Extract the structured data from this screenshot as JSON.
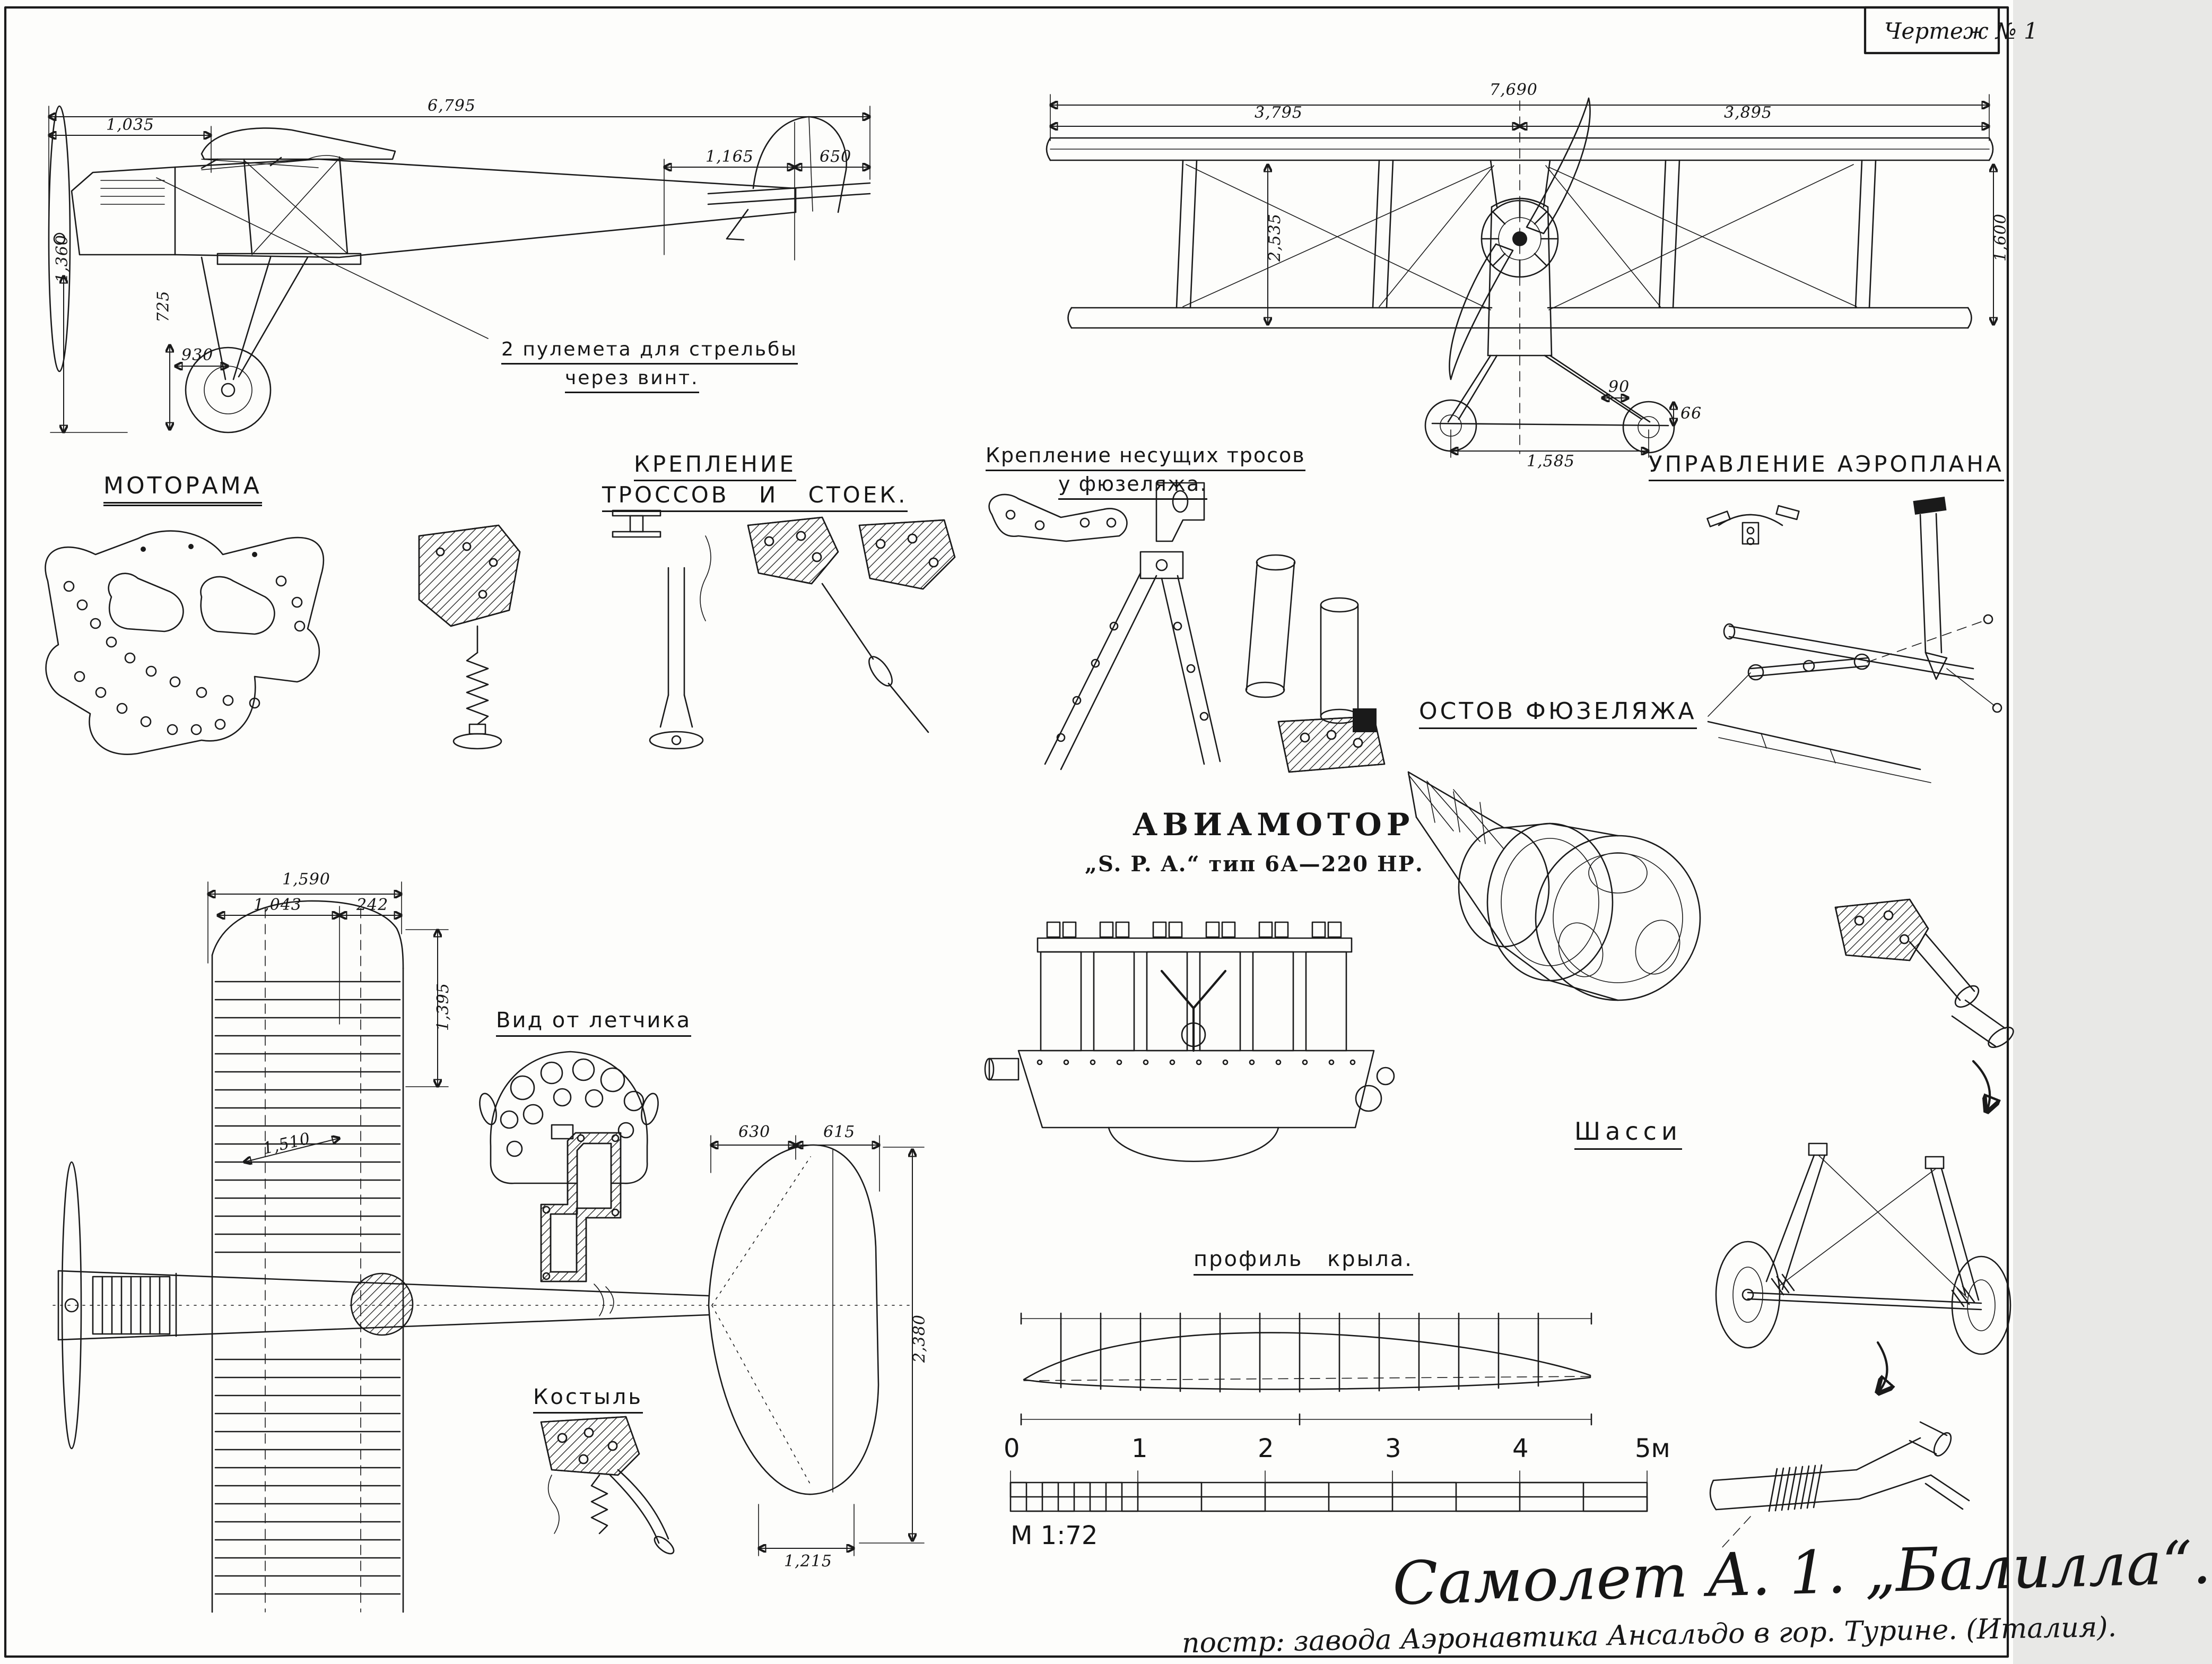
{
  "sheet": {
    "number": "Чертеж № 1",
    "scale": "М 1:72",
    "title": "Самолет  А. 1. „Балилла“.",
    "subtitle": "постр: завода Аэронавтика Ансальдо  в гор. Турине. (Италия)."
  },
  "labels": {
    "motorama": "МОТОРАМА",
    "bracing_1": "КРЕПЛЕНИЕ",
    "bracing_2": "ТРОССОВ  И  СТОЕК.",
    "fuselage_cables_1": "Крепление несущих тросов",
    "fuselage_cables_2": "у фюзеляжа.",
    "controls": "УПРАВЛЕНИЕ  АЭРОПЛАНА",
    "fuselage_frame": "ОСТОВ  ФЮЗЕЛЯЖА",
    "engine_1": "АВИАМОТОР",
    "engine_2": "„S. P. A.“  тип 6А—220 НР.",
    "pilot_view": "Вид  от  летчика",
    "tail_skid": "Костыль",
    "wing_profile": "профиль  крыла.",
    "landing_gear": "Шасси",
    "guns_note_1": "2 пулемета  для  стрельбы",
    "guns_note_2": "через  винт."
  },
  "scalebar": {
    "labels": [
      "0",
      "1",
      "2",
      "3",
      "4",
      "5м"
    ]
  },
  "dims": {
    "side": {
      "overall": "6,795",
      "nose": "1,035",
      "tail_a": "1,165",
      "tail_b": "650",
      "height": "1,360",
      "gear": "930",
      "wheel": "725"
    },
    "front": {
      "span": "7,690",
      "left_half": "3,795",
      "right_half": "3,895",
      "height": "2,535",
      "strut": "1,600",
      "track": "1,585",
      "a": "90",
      "b": "66"
    },
    "plan": {
      "tip_chord": "1,590",
      "tip_a": "1,043",
      "tip_b": "242",
      "chord": "1,395",
      "bay": "1,510",
      "stab_a": "630",
      "stab_b": "615",
      "stab_w": "1,215",
      "stab_len": "2,380"
    }
  }
}
